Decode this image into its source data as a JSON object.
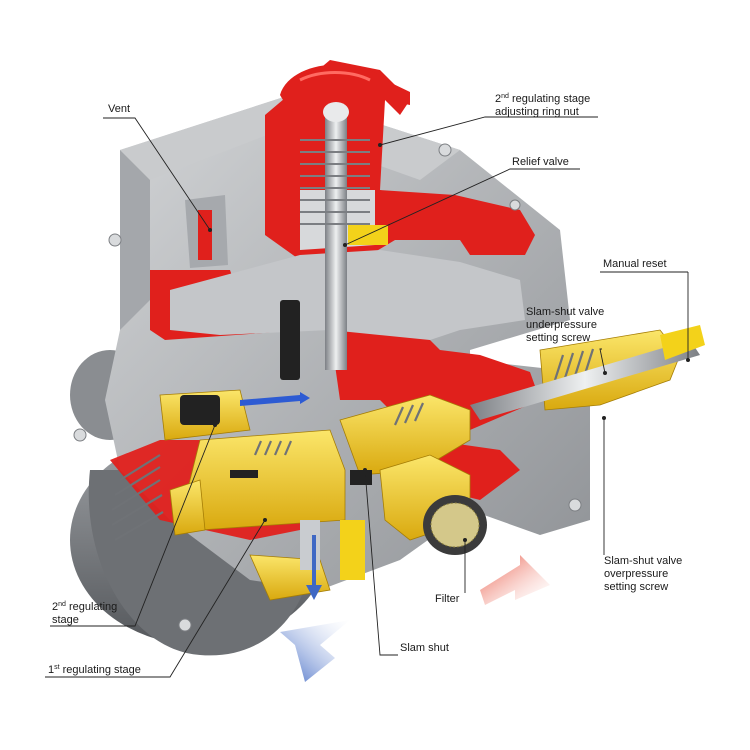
{
  "labels": {
    "vent": "Vent",
    "adjusting_ring_nut": {
      "line1_pre": "2",
      "line1_sup": "nd",
      "line1_post": " regulating stage",
      "line2": "adjusting ring nut"
    },
    "relief_valve": "Relief valve",
    "manual_reset": "Manual reset",
    "slam_shut_under": {
      "line1": "Slam-shut valve",
      "line2": "underpressure",
      "line3": "setting screw"
    },
    "slam_shut_over": {
      "line1": "Slam-shut valve",
      "line2": "overpressure",
      "line3": "setting screw"
    },
    "second_stage": {
      "line1_pre": "2",
      "line1_sup": "nd",
      "line1_post": " regulating",
      "line2": "stage"
    },
    "first_stage": {
      "pre": "1",
      "sup": "st",
      "post": " regulating stage"
    },
    "filter": "Filter",
    "slam_shut": "Slam shut"
  },
  "colors": {
    "body_grey": "#b9bcbf",
    "body_dark": "#8d9094",
    "cut_red": "#e0201c",
    "brass_yellow": "#f3d21a",
    "outlet_arrow_blue": "#3f68c4",
    "inlet_arrow_red": "#e8503c",
    "leader_line": "#222222"
  },
  "icons": [
    "outlet-flow-arrow-icon",
    "inlet-flow-arrow-icon",
    "blue-flow-arrow-icon"
  ]
}
